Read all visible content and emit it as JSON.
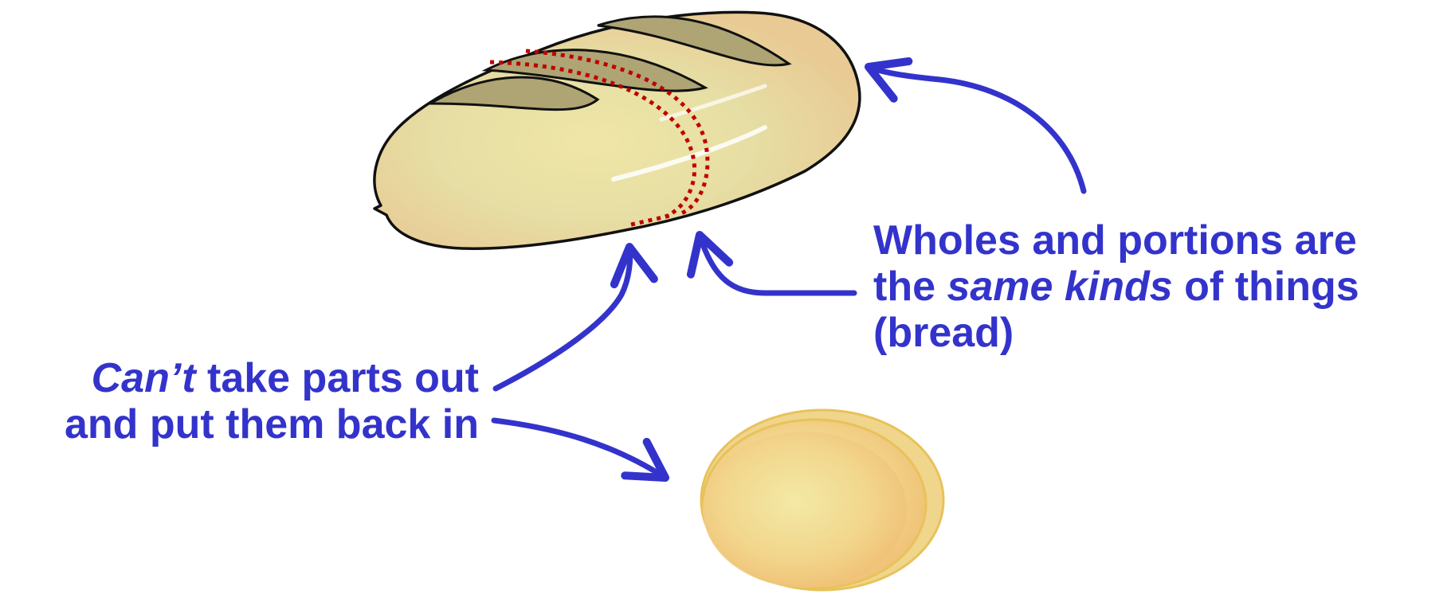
{
  "colors": {
    "text": "#3333cc",
    "arrow": "#3333cc",
    "cut_line": "#c00000",
    "bread_fill": "#e8e2a8",
    "bread_outline": "#111111",
    "slice_fill": "#f2d98a",
    "slice_rim": "#e8c25a"
  },
  "icons": {
    "loaf": "bread-loaf-icon",
    "slice": "bread-slice-icon"
  },
  "right_label": {
    "line1": "Wholes and portions are",
    "line2_before": "the ",
    "line2_emphasis": "same kinds",
    "line2_after": " of things",
    "line3": "(bread)"
  },
  "left_label": {
    "line1_emphasis": "Can’t",
    "line1_after": " take parts out",
    "line2": "and put them back in"
  }
}
